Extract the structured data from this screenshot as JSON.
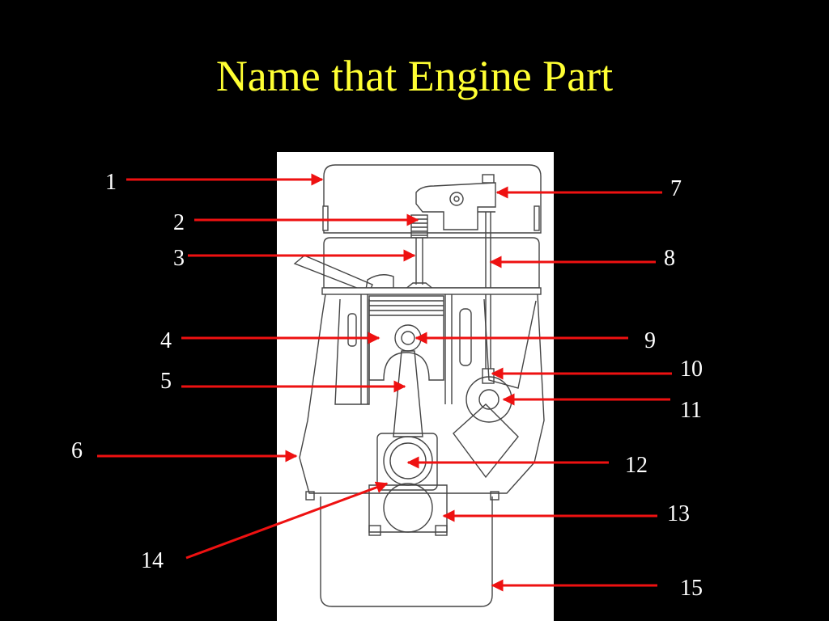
{
  "slide": {
    "title": "Name that Engine Part"
  },
  "colors": {
    "background": "#000000",
    "title": "#ffff33",
    "arrow": "#ee1111",
    "panel": "#ffffff",
    "line_art": "#444444"
  },
  "labels": [
    "1",
    "2",
    "3",
    "4",
    "5",
    "6",
    "7",
    "8",
    "9",
    "10",
    "11",
    "12",
    "13",
    "14",
    "15"
  ]
}
